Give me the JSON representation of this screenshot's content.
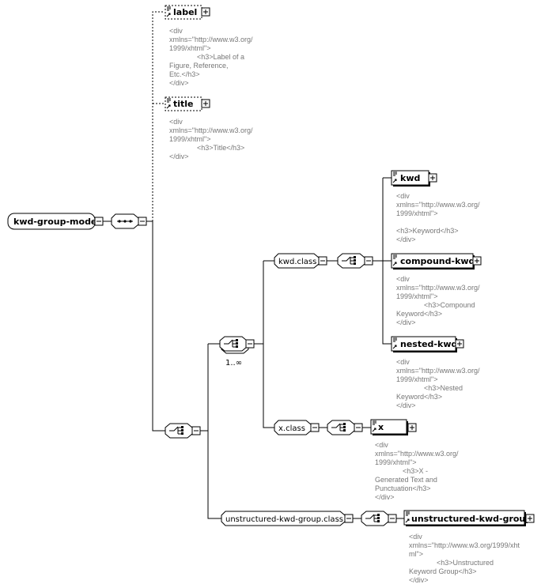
{
  "root": {
    "name": "kwd-group-model"
  },
  "top_elements": [
    {
      "name": "label",
      "annotation": "<div\nxmlns=\"http://www.w3.org/\n1999/xhtml\">\n              <h3>Label of a\nFigure, Reference,\nEtc.</h3>\n</div>"
    },
    {
      "name": "title",
      "annotation": "<div\nxmlns=\"http://www.w3.org/\n1999/xhtml\">\n              <h3>Title</h3>\n</div>"
    }
  ],
  "groups": {
    "kwd_class": "kwd.class",
    "x_class": "x.class",
    "unstructured_class": "unstructured-kwd-group.class",
    "multiplicity": "1..∞"
  },
  "kwd_elements": [
    {
      "name": "kwd",
      "annotation": "<div\nxmlns=\"http://www.w3.org/\n1999/xhtml\">\n\n<h3>Keyword</h3>\n</div>"
    },
    {
      "name": "compound-kwd",
      "annotation": "<div\nxmlns=\"http://www.w3.org/\n1999/xhtml\">\n              <h3>Compound\nKeyword</h3>\n</div>"
    },
    {
      "name": "nested-kwd",
      "annotation": "<div\nxmlns=\"http://www.w3.org/\n1999/xhtml\">\n              <h3>Nested\nKeyword</h3>\n</div>"
    }
  ],
  "x_element": {
    "name": "x",
    "annotation": "<div\nxmlns=\"http://www.w3.org/\n1999/xhtml\">\n              <h3>X -\nGenerated Text and\nPunctuation</h3>\n</div>"
  },
  "unstructured_element": {
    "name": "unstructured-kwd-group",
    "annotation": "<div\nxmlns=\"http://www.w3.org/1999/xht\nml\">\n              <h3>Unstructured\nKeyword Group</h3>\n</div>"
  }
}
